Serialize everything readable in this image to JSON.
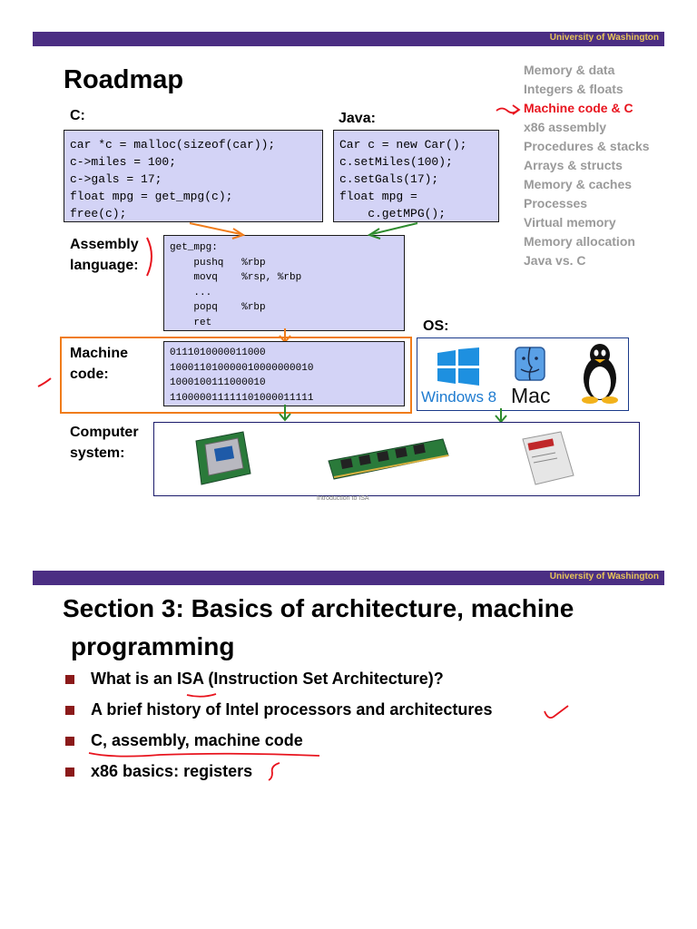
{
  "slide1": {
    "header": "University of Washington",
    "title": "Roadmap",
    "c_label": "C:",
    "c_code": "car *c = malloc(sizeof(car));\nc->miles = 100;\nc->gals = 17;\nfloat mpg = get_mpg(c);\nfree(c);",
    "java_label": "Java:",
    "java_code": "Car c = new Car();\nc.setMiles(100);\nc.setGals(17);\nfloat mpg =\n    c.getMPG();",
    "assembly_label_1": "Assembly",
    "assembly_label_2": "language:",
    "assembly_code": "get_mpg:\n    pushq   %rbp\n    movq    %rsp, %rbp\n    ...\n    popq    %rbp\n    ret",
    "machine_label_1": "Machine",
    "machine_label_2": "code:",
    "machine_code": "0111010000011000\n100011010000010000000010\n1000100111000010\n110000011111101000011111",
    "os_label": "OS:",
    "os_windows": "Windows 8",
    "os_mac": "Mac",
    "computer_label_1": "Computer",
    "computer_label_2": "system:",
    "caption": "Introduction to ISA",
    "roadmap": [
      {
        "label": "Memory & data",
        "active": false
      },
      {
        "label": "Integers & floats",
        "active": false
      },
      {
        "label": "Machine code & C",
        "active": true
      },
      {
        "label": "x86 assembly",
        "active": false
      },
      {
        "label": "Procedures & stacks",
        "active": false
      },
      {
        "label": "Arrays & structs",
        "active": false
      },
      {
        "label": "Memory & caches",
        "active": false
      },
      {
        "label": "Processes",
        "active": false
      },
      {
        "label": "Virtual memory",
        "active": false
      },
      {
        "label": "Memory allocation",
        "active": false
      },
      {
        "label": "Java vs. C",
        "active": false
      }
    ],
    "colors": {
      "header_bar": "#4b2e83",
      "header_text": "#e8c45a",
      "code_bg": "#d3d3f6",
      "active": "#e8141e",
      "orange": "#f07c1a",
      "green": "#2e8b2e"
    }
  },
  "slide2": {
    "header": "University of Washington",
    "title_line1": "Section 3: Basics of architecture, machine",
    "title_line2": "programming",
    "bullets": [
      "What is an ISA (Instruction Set Architecture)?",
      "A brief history of Intel processors and architectures",
      "C, assembly, machine code",
      "x86 basics: registers"
    ]
  }
}
